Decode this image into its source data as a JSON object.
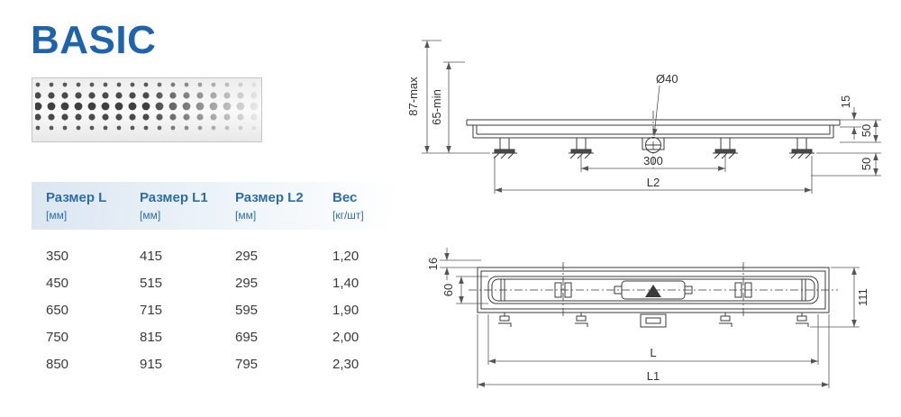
{
  "title": "BASIC",
  "product_image": {
    "name": "perforated-drain-grate"
  },
  "table": {
    "headers": [
      {
        "label": "Размер L",
        "unit": "[мм]"
      },
      {
        "label": "Размер L1",
        "unit": "[мм]"
      },
      {
        "label": "Размер L2",
        "unit": "[мм]"
      },
      {
        "label": "Вес",
        "unit": "[кг/шт]"
      }
    ],
    "rows": [
      [
        "350",
        "415",
        "295",
        "1,20"
      ],
      [
        "450",
        "515",
        "295",
        "1,40"
      ],
      [
        "650",
        "715",
        "595",
        "1,90"
      ],
      [
        "750",
        "815",
        "695",
        "2,00"
      ],
      [
        "850",
        "915",
        "795",
        "2,30"
      ]
    ]
  },
  "side_view": {
    "dim_height_max": "87-max",
    "dim_height_min": "65-min",
    "dim_diameter": "Ø40",
    "dim_grate_edge": "15",
    "dim_depth": "50",
    "dim_leg": "50",
    "dim_outlet_span": "300",
    "dim_length": "L2"
  },
  "top_view": {
    "dim_edge": "16",
    "dim_width": "60",
    "dim_total_width": "111",
    "dim_channel_length": "L",
    "dim_grate_length": "L1"
  },
  "colors": {
    "accent": "#1f63ad",
    "table_header": "#2e6da4",
    "line": "#3a3a3a"
  }
}
